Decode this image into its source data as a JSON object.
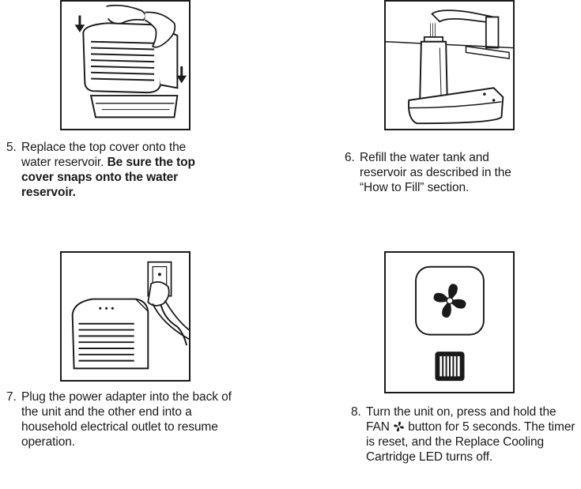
{
  "steps": [
    {
      "num": "5.",
      "text": "Replace the top cover onto the water reservoir. ",
      "bold": "Be sure the top cover snaps onto the water reservoir."
    },
    {
      "num": "6.",
      "text": "Refill the water tank and reservoir as described in the “How to Fill” section.",
      "bold": ""
    },
    {
      "num": "7.",
      "text": "Plug the power adapter into the back of the unit and the other end into a household electrical outlet to resume operation.",
      "bold": ""
    },
    {
      "num": "8.",
      "text_before_icon": "Turn the unit on, press and hold the FAN ",
      "text_after_icon": " button for 5 seconds. The timer is reset, and the Replace Cooling Cartridge LED turns off."
    }
  ],
  "icons": {
    "fan_inline": "fan-icon",
    "fan_button": "fan-button-icon",
    "cartridge_led": "cartridge-led-icon"
  }
}
